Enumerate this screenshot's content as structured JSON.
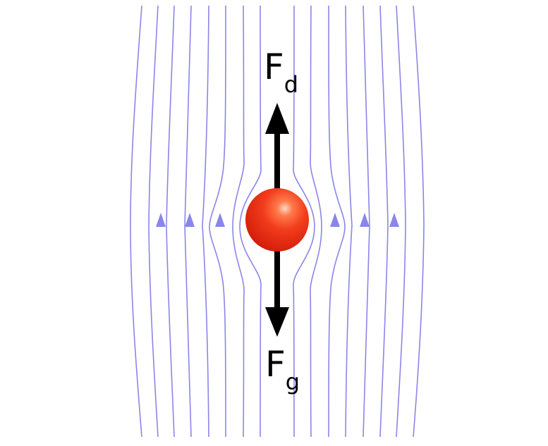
{
  "diagram": {
    "drag_force": {
      "symbol": "F",
      "subscript": "d"
    },
    "gravity_force": {
      "symbol": "F",
      "subscript": "g"
    },
    "colors": {
      "streamline": "#8a86e8",
      "sphere": "#f03a1a",
      "arrow": "#000000"
    }
  }
}
